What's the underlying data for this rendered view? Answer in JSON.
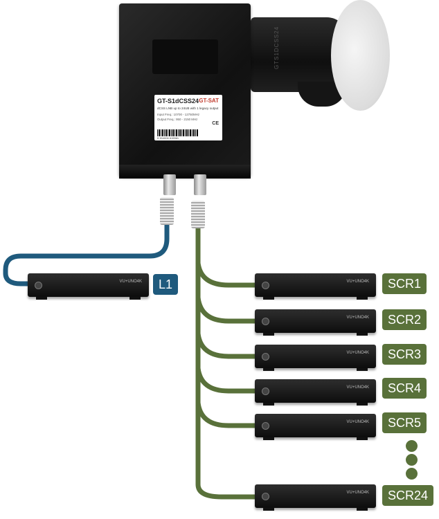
{
  "lnb": {
    "model": "GT-S1dCSS24",
    "logo": "GT-SAT",
    "description": "dCSS LNB up to 24UB with 1 legacy output",
    "input_freq": "Input Freq.: 10700 - 12750MHz",
    "output_freq": "Output Freq.: 950 - 2150 MHz",
    "ce_mark": "CE",
    "barcode_number": "5 904006 615561",
    "horn_text": "GTS1DCSS24"
  },
  "receivers": {
    "brand": "VU+UNO4K"
  },
  "outputs": {
    "legacy": "L1",
    "scr": [
      "SCR1",
      "SCR2",
      "SCR3",
      "SCR4",
      "SCR5",
      "SCR24"
    ]
  },
  "colors": {
    "legacy_cable": "#1f5a7d",
    "scr_cable": "#59713a"
  }
}
